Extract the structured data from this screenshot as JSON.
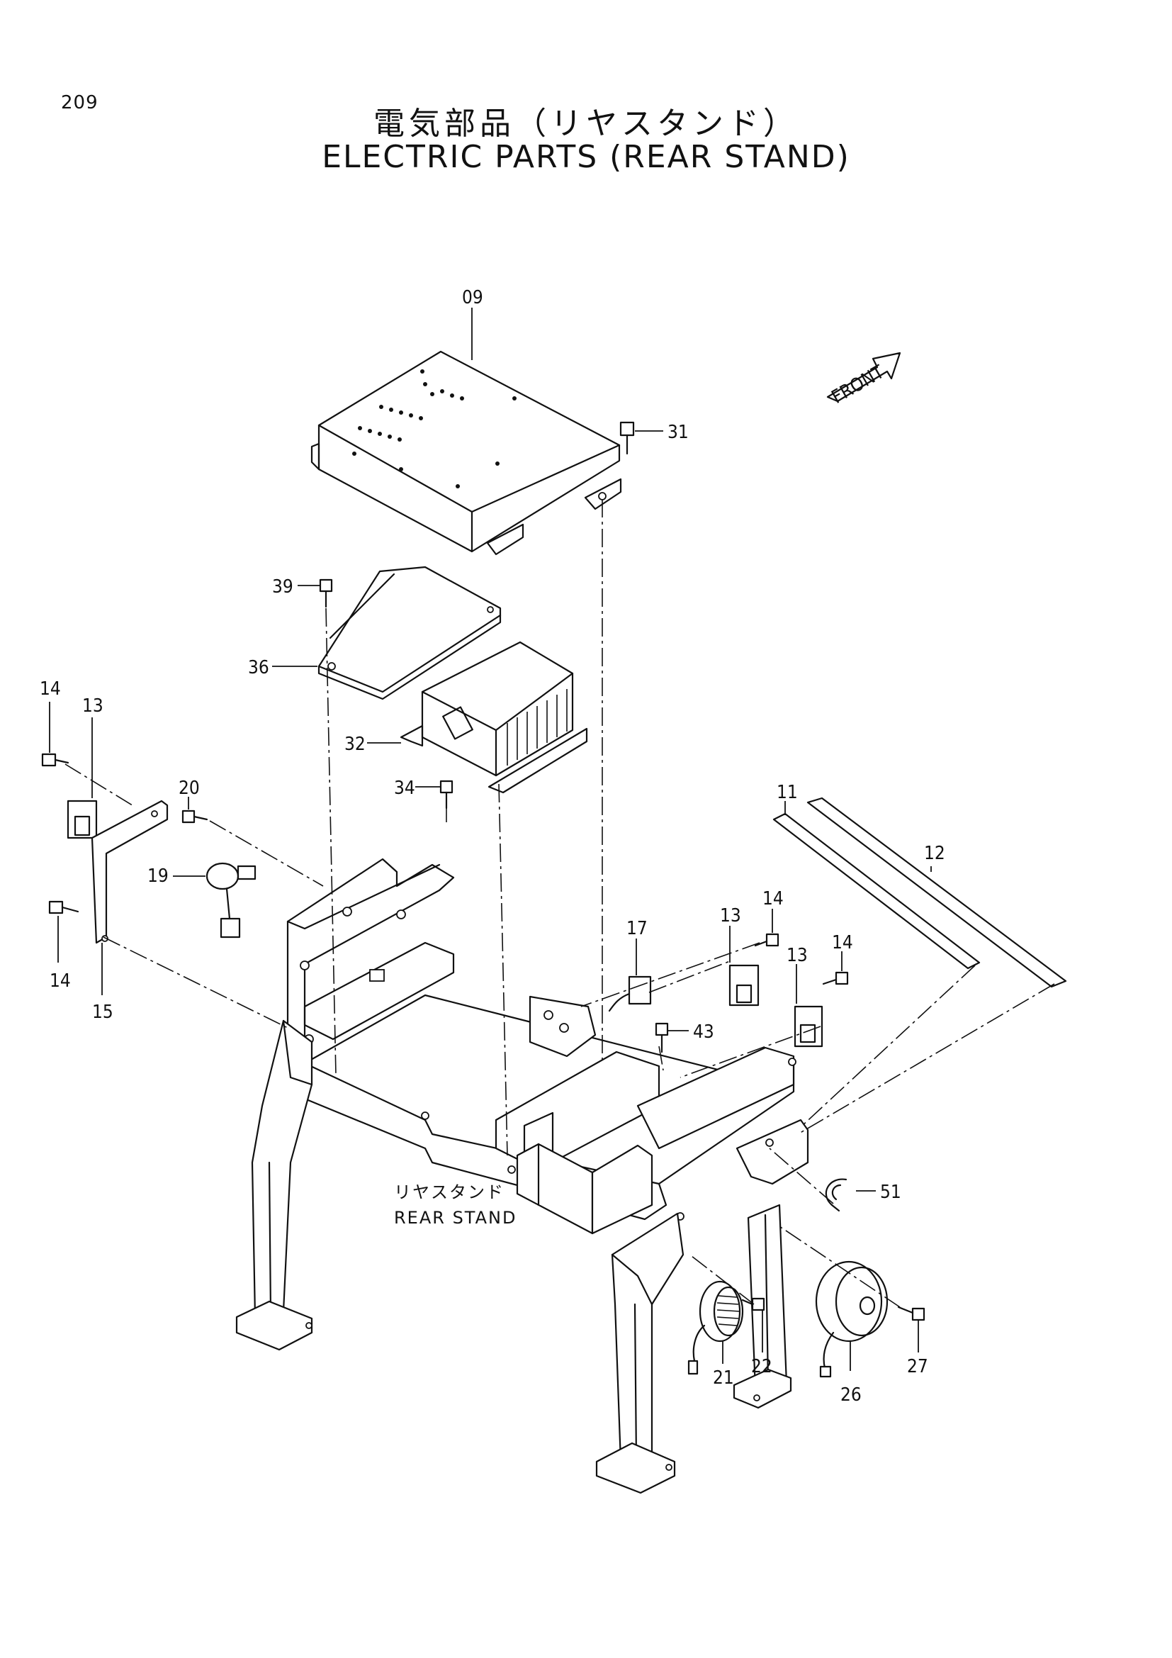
{
  "page_number": "209",
  "title_jp": "電気部品（リヤスタンド）",
  "title_en": "ELECTRIC PARTS (REAR STAND)",
  "front_label": "FRONT",
  "rear_stand_label_jp": "リヤスタンド",
  "rear_stand_label_en": "REAR STAND",
  "callouts": {
    "c09": "09",
    "c31": "31",
    "c39": "39",
    "c36": "36",
    "c32": "32",
    "c34": "34",
    "c14a": "14",
    "c13a": "13",
    "c20": "20",
    "c19": "19",
    "c14b": "14",
    "c15": "15",
    "c11": "11",
    "c12": "12",
    "c14c": "14",
    "c17": "17",
    "c13b": "13",
    "c14d": "14",
    "c13c": "13",
    "c43": "43",
    "c51": "51",
    "c21": "21",
    "c22": "22",
    "c26": "26",
    "c27": "27"
  }
}
